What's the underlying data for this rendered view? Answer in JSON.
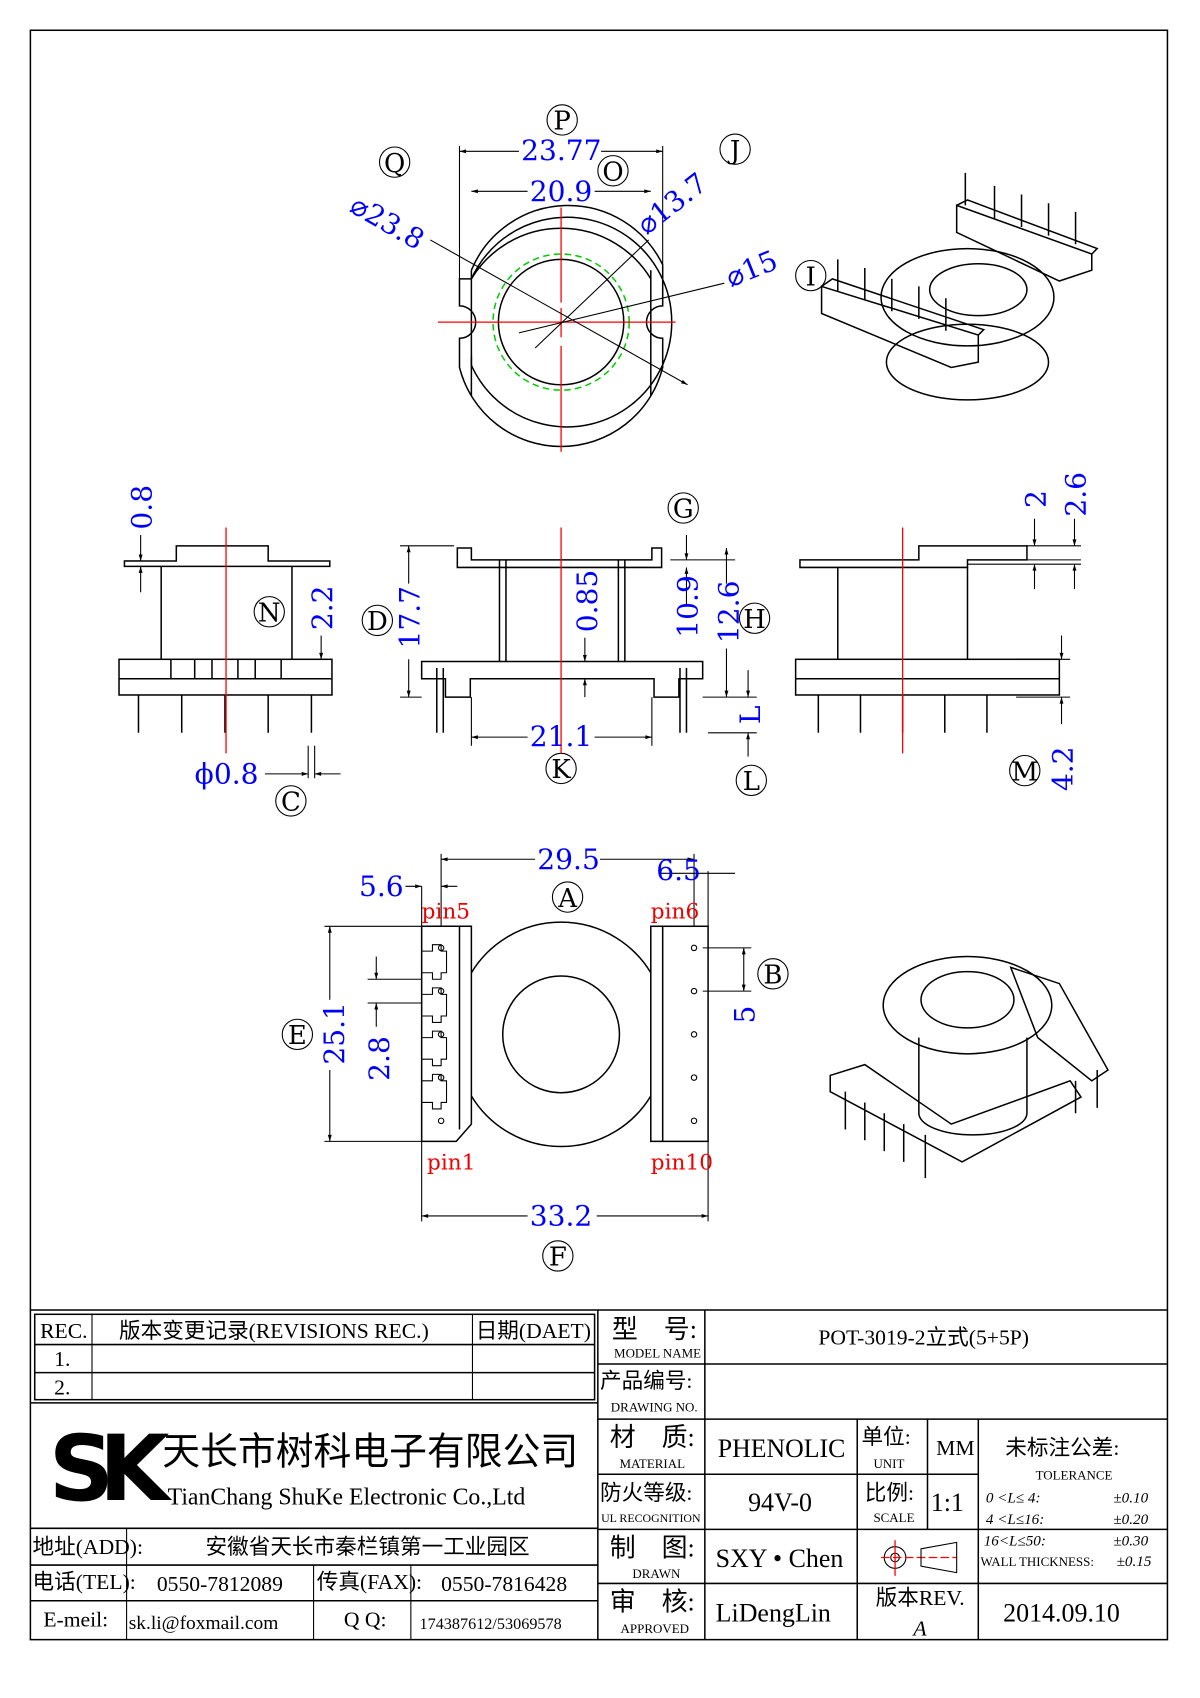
{
  "drawing": {
    "balloons": {
      "P": "P",
      "Q": "Q",
      "O": "O",
      "J": "J",
      "I": "I",
      "G": "G",
      "N": "N",
      "D": "D",
      "H": "H",
      "C": "C",
      "K": "K",
      "L1": "L",
      "L2": "L",
      "M": "M",
      "A": "A",
      "B": "B",
      "E": "E",
      "F": "F"
    },
    "top_view": {
      "d_outer": "⌀23.8",
      "w_outer": "23.77",
      "w_flat": "20.9",
      "d_inner": "⌀13.7",
      "d_mid": "⌀15"
    },
    "side_left": {
      "t_top": "0.8",
      "h_step": "2.2",
      "pin_d": "ϕ0.8"
    },
    "side_mid": {
      "h_total": "17.7",
      "t_flange": "0.85",
      "h_inner": "10.9",
      "h_outer": "12.6",
      "w_base": "21.1",
      "pin_len": "L"
    },
    "side_right": {
      "h1": "2",
      "h2": "2.6",
      "pin_len": "4.2"
    },
    "bottom_view": {
      "w_total": "29.5",
      "offset_left": "5.6",
      "offset_right": "6.5",
      "pitch": "5",
      "h_total": "25.1",
      "slot": "2.8",
      "w_base": "33.2",
      "pin5": "pin5",
      "pin6": "pin6",
      "pin1": "pin1",
      "pin10": "pin10"
    },
    "colors": {
      "dimension": "#0000ff",
      "centerline": "#ff0000",
      "hidden": "#00cc00",
      "pin_label": "#ee0000"
    }
  },
  "title_block": {
    "revisions": {
      "col_rec": "REC.",
      "col_desc": "版本变更记录(REVISIONS REC.)",
      "col_date": "日期(DAET)",
      "rows": [
        "1.",
        "2."
      ]
    },
    "company": {
      "logo": "SK",
      "name_cn": "天长市树科电子有限公司",
      "name_en": "TianChang ShuKe Electronic Co.,Ltd"
    },
    "contact": {
      "addr_label": "地址(ADD):",
      "addr": "安徽省天长市秦栏镇第一工业园区",
      "tel_label": "电话(TEL):",
      "tel": "0550-7812089",
      "fax_label": "传真(FAX):",
      "fax": "0550-7816428",
      "email_label": "E-meil:",
      "email": "sk.li@foxmail.com",
      "qq_label": "Q Q:",
      "qq": "174387612/53069578"
    },
    "model_label": "型　号:",
    "model_label_en": "MODEL NAME",
    "model": "POT-3019-2立式(5+5P)",
    "drawing_no_label": "产品编号:",
    "drawing_no_label_en": "DRAWING NO.",
    "drawing_no": "",
    "material_label": "材　质:",
    "material_label_en": "MATERIAL",
    "material": "PHENOLIC",
    "unit_label": "单位:",
    "unit_label_en": "UNIT",
    "unit": "MM",
    "ul_label": "防火等级:",
    "ul_label_en": "UL RECOGNITION",
    "ul": "94V-0",
    "scale_label": "比例:",
    "scale_label_en": "SCALE",
    "scale": "1:1",
    "tolerance_label": "未标注公差:",
    "tolerance_label_en": "TOLERANCE",
    "tolerances": [
      {
        "range": "0 <L≤ 4:",
        "value": "±0.10"
      },
      {
        "range": "4 <L≤16:",
        "value": "±0.20"
      },
      {
        "range": "16<L≤50:",
        "value": "±0.30"
      },
      {
        "range": "WALL THICKNESS:",
        "value": "±0.15"
      }
    ],
    "drawn_label": "制　图:",
    "drawn_label_en": "DRAWN",
    "drawn": "SXY • Chen",
    "approved_label": "审　核:",
    "approved_label_en": "APPROVED",
    "approved": "LiDengLin",
    "rev_label": "版本REV.",
    "rev": "A",
    "date": "2014.09.10"
  }
}
